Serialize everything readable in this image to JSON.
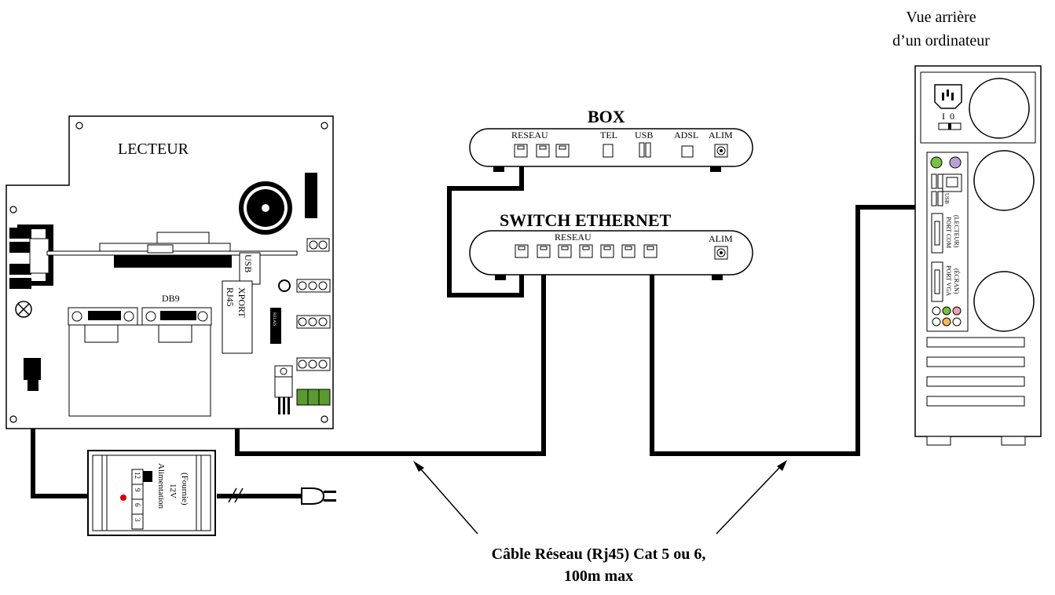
{
  "computer": {
    "caption_line1": "Vue arrière",
    "caption_line2": "d’un ordinateur",
    "power_switch_label": "I  0",
    "usb_label": "USB",
    "port_com_line1": "PORT COM",
    "port_com_line2": "(LECTEUR)",
    "port_vga_line1": "PORT VGA",
    "port_vga_line2": "(ÉCRAN)"
  },
  "reader": {
    "title": "LECTEUR",
    "db9_label": "DB9",
    "usb_label": "USB",
    "xport_line1": "XPORT",
    "xport_line2": "RJ45",
    "relais_label": "RELAIS"
  },
  "box": {
    "title": "BOX",
    "ports": {
      "reseau": "RESEAU",
      "tel": "TEL",
      "usb": "USB",
      "adsl": "ADSL",
      "alim": "ALIM"
    }
  },
  "switch": {
    "title": "SWITCH ETHERNET",
    "reseau_label": "RESEAU",
    "alim_label": "ALIM"
  },
  "power_supply": {
    "label_line1": "Alimentation",
    "label_line2": "12V",
    "label_line3": "(Fournie)",
    "voltages": [
      "3",
      "6",
      "9",
      "12"
    ]
  },
  "cable_note": {
    "line1": "Câble Réseau (Rj45) Cat 5 ou 6,",
    "line2": "100m max"
  }
}
